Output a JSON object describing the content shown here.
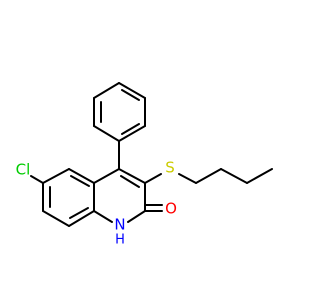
{
  "molecule": {
    "atoms": {
      "cl": {
        "text": "Cl",
        "color": "#00cc00"
      },
      "s": {
        "text": "S",
        "color": "#cccc00"
      },
      "o": {
        "text": "O",
        "color": "#ff0000"
      },
      "n": {
        "text": "N",
        "color": "#0000ff"
      },
      "h": {
        "text": "H",
        "color": "#0000ff"
      }
    }
  }
}
